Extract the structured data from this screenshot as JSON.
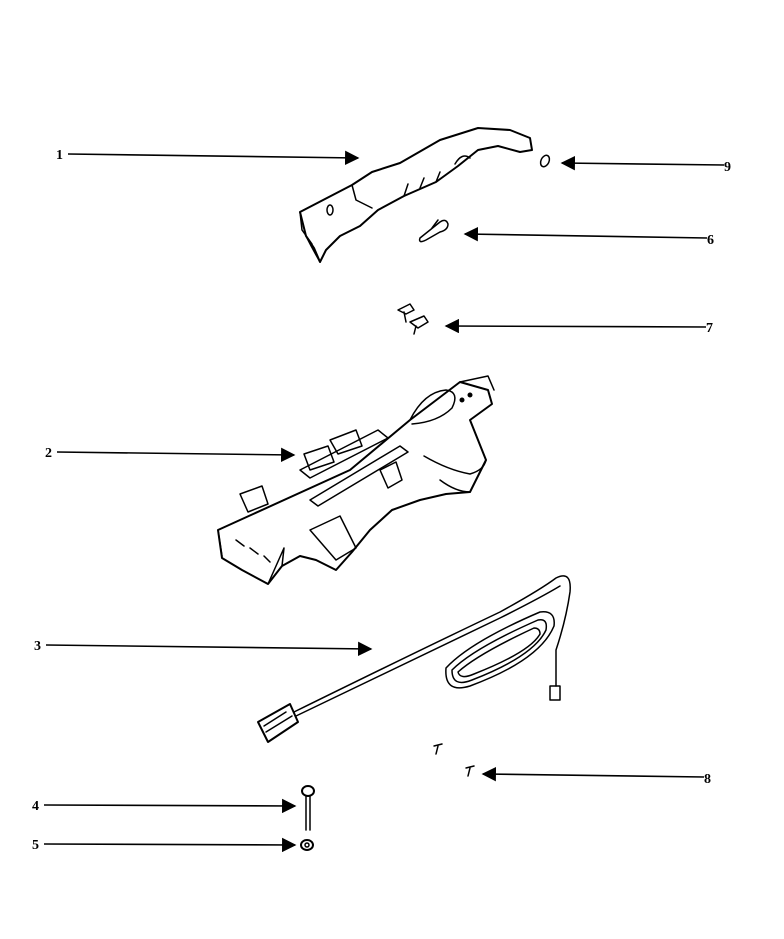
{
  "diagram": {
    "colors": {
      "ink": "#000000",
      "paper": "#ffffff"
    },
    "callouts": [
      {
        "id": "1",
        "label": "1"
      },
      {
        "id": "2",
        "label": "2"
      },
      {
        "id": "3",
        "label": "3"
      },
      {
        "id": "4",
        "label": "4"
      },
      {
        "id": "5",
        "label": "5"
      },
      {
        "id": "6",
        "label": "6"
      },
      {
        "id": "7",
        "label": "7"
      },
      {
        "id": "8",
        "label": "8"
      },
      {
        "id": "9",
        "label": "9"
      }
    ]
  }
}
